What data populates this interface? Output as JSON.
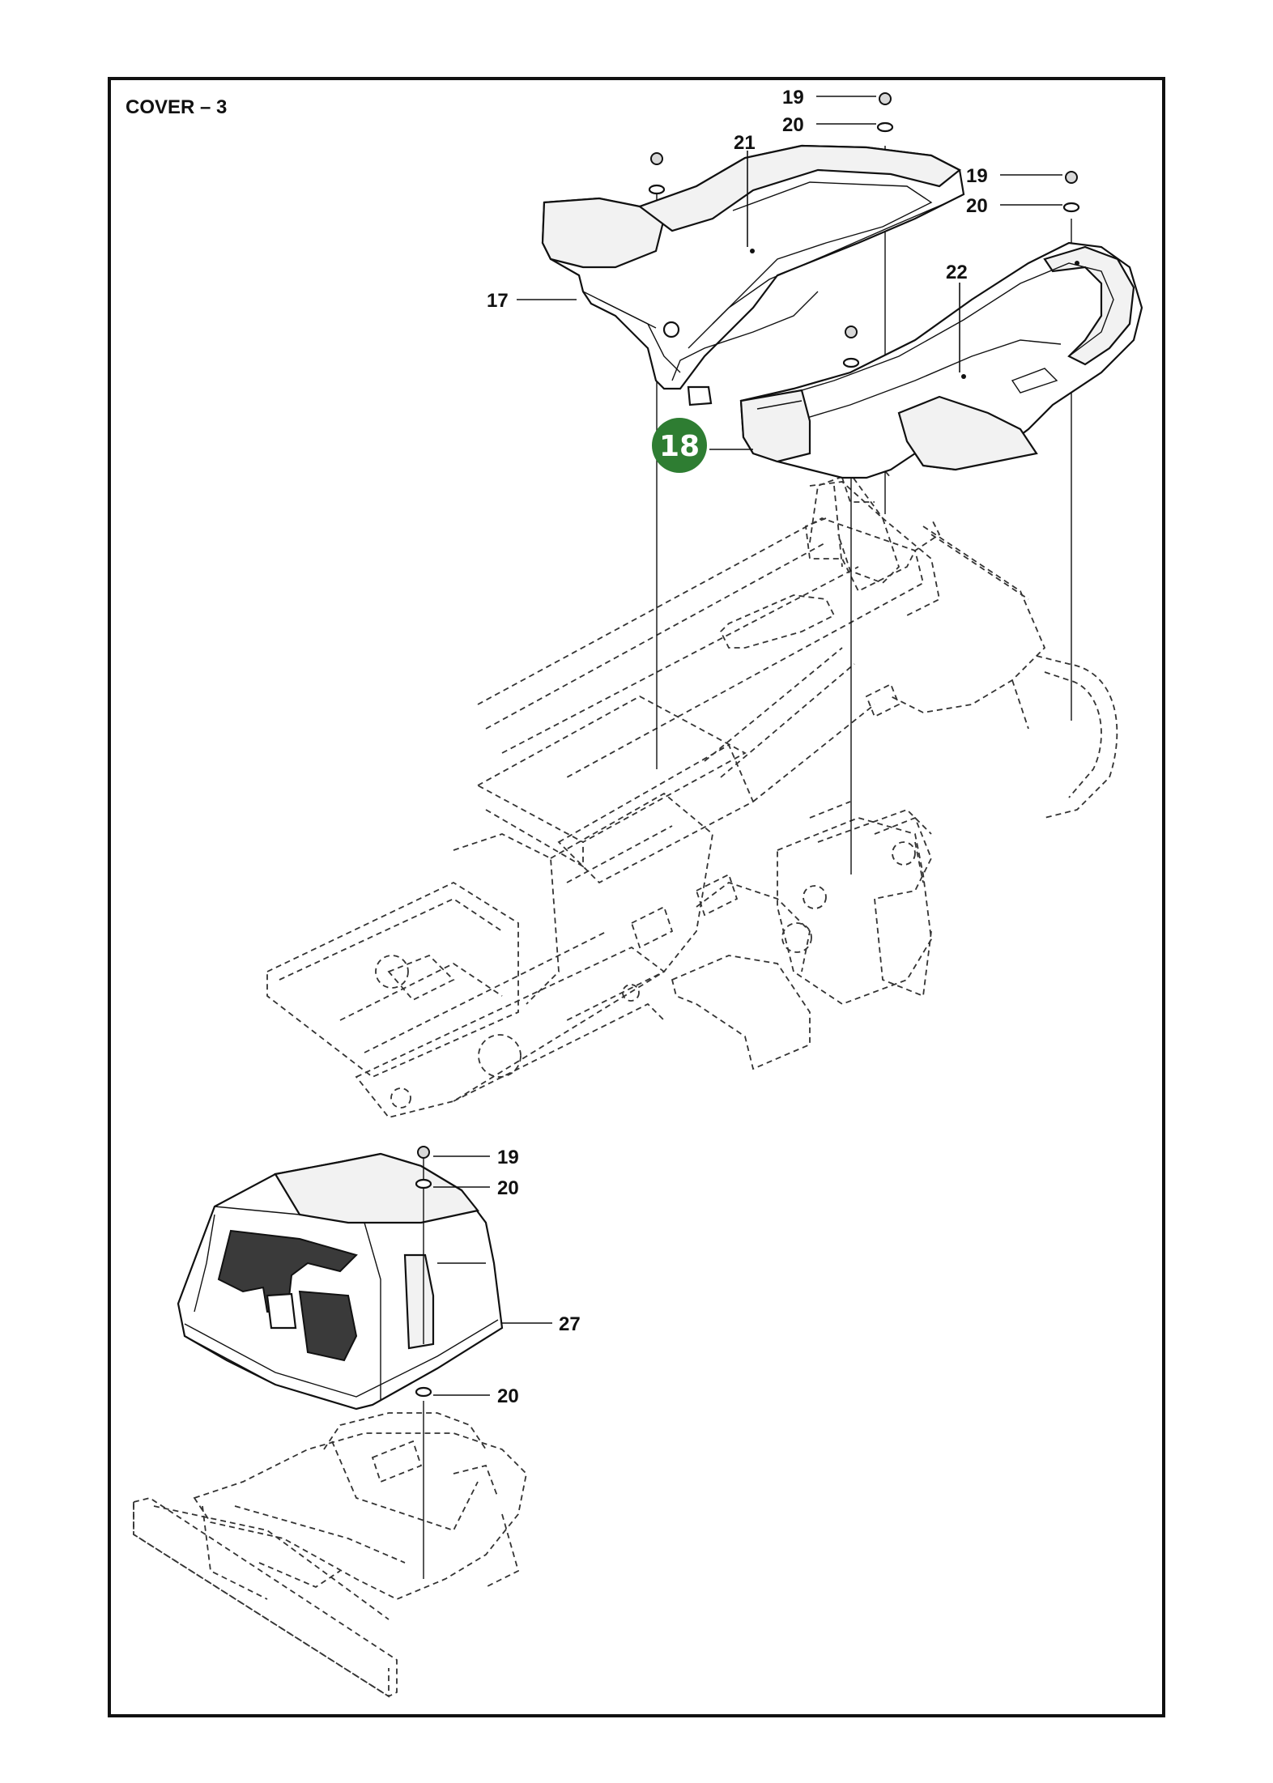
{
  "title": "COVER – 3",
  "colors": {
    "badge": "#2e7d32",
    "ink": "#111111",
    "paper": "#ffffff"
  },
  "highlight": {
    "number": "18"
  },
  "callouts": {
    "c19a": "19",
    "c20a": "20",
    "c19b": "19",
    "c20b": "20",
    "c21": "21",
    "c22": "22",
    "c17": "17",
    "c19c": "19",
    "c20c": "20",
    "c27": "27",
    "c20d": "20"
  }
}
